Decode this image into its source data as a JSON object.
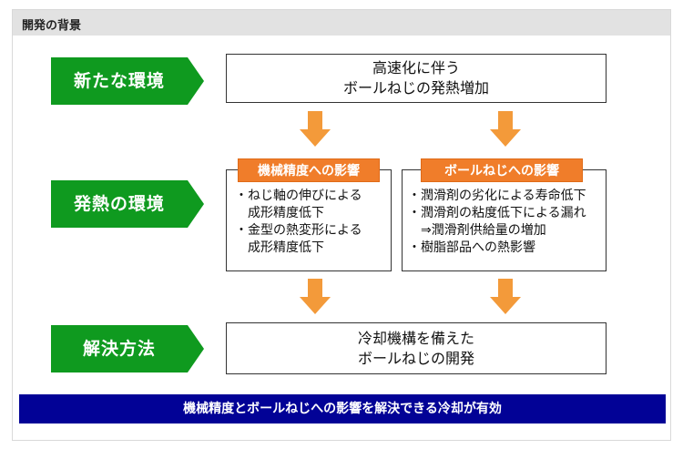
{
  "section": {
    "title": "開発の背景"
  },
  "colors": {
    "green": "#0f9a1f",
    "orange": "#f07d2a",
    "navy": "#020296"
  },
  "rows": {
    "environment": {
      "tag": "新たな環境",
      "line1": "高速化に伴う",
      "line2": "ボールねじの発熱増加"
    },
    "heat": {
      "tag": "発熱の環境",
      "left": {
        "label": "機械精度への影響",
        "items": [
          "・ねじ軸の伸びによる",
          "　成形精度低下",
          "・金型の熱変形による",
          "　成形精度低下"
        ]
      },
      "right": {
        "label": "ボールねじへの影響",
        "items": [
          "・潤滑剤の劣化による寿命低下",
          "・潤滑剤の粘度低下による漏れ",
          "　⇒潤滑剤供給量の増加",
          "・樹脂部品への熱影響"
        ]
      }
    },
    "solution": {
      "tag": "解決方法",
      "line1": "冷却機構を備えた",
      "line2": "ボールねじの開発"
    }
  },
  "footer": {
    "text": "機械精度とボールねじへの影響を解決できる冷却が有効"
  }
}
